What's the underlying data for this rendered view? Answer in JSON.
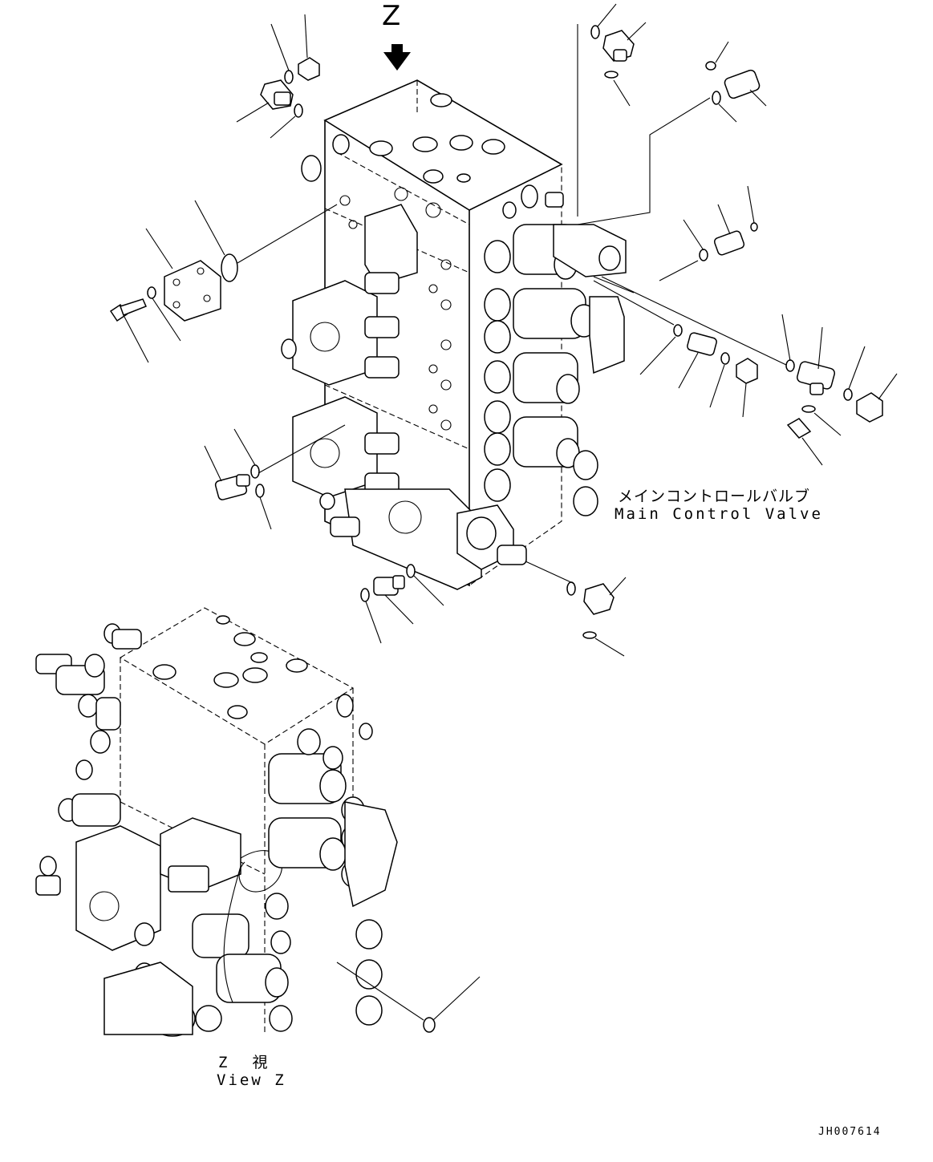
{
  "labels": {
    "view_letter": "Z",
    "main_valve_jp": "メインコントロールバルブ",
    "main_valve_en": "Main Control Valve",
    "view_jp": "Z　視",
    "view_en": "View Z",
    "drawing_no": "JH007614"
  }
}
